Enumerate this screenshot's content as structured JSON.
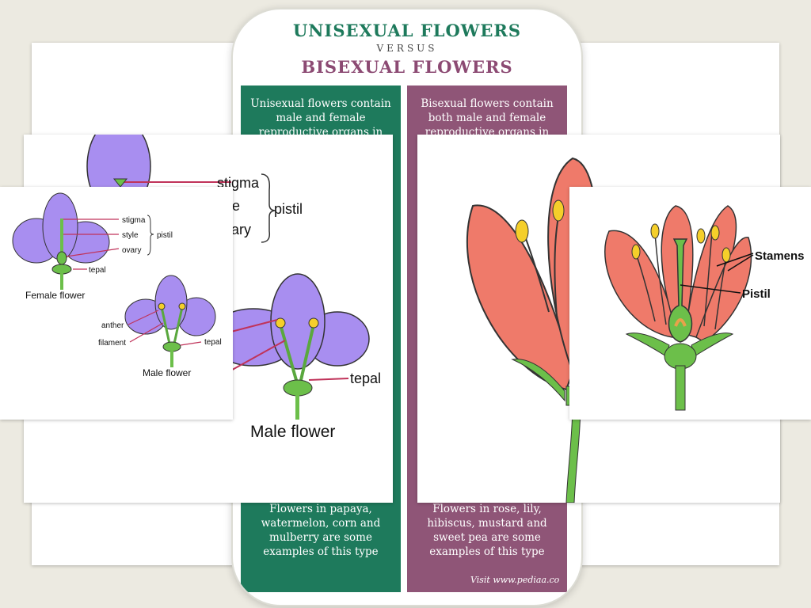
{
  "infographic": {
    "title_top": "UNISEXUAL FLOWERS",
    "versus": "VERSUS",
    "title_bottom": "BISEXUAL FLOWERS",
    "left_col": {
      "definition": "Unisexual flowers contain male and female reproductive organs in",
      "examples": "Flowers in papaya, watermelon, corn and mulberry are some examples of this type"
    },
    "right_col": {
      "definition": "Bisexual flowers contain both male and female reproductive organs in",
      "examples": "Flowers in rose, lily, hibiscus, mustard and sweet pea are some examples of this type"
    },
    "credit": "Visit www.pediaa.co",
    "colors": {
      "unisexual": "#1e7a5c",
      "bisexual": "#8f5577"
    }
  },
  "diagram_small_unisexual": {
    "labels": {
      "stigma": "stigma",
      "style": "style",
      "ovary": "ovary",
      "pistil": "pistil",
      "tepal_female": "tepal",
      "female_caption": "Female flower",
      "anther": "anther",
      "filament": "filament",
      "tepal_male": "tepal",
      "male_caption": "Male flower"
    }
  },
  "diagram_large_unisexual": {
    "labels": {
      "stigma": "stigma",
      "style_partial": "yle",
      "ovary_partial": "ary",
      "pistil": "pistil",
      "tepal": "tepal",
      "male_caption": "Male flower"
    }
  },
  "diagram_bisexual_small": {
    "labels": {
      "stamens": "Stamens",
      "pistil": "Pistil"
    }
  },
  "colors": {
    "petal_purple": "#a88ef0",
    "petal_red": "#ef7a6a",
    "stem_green": "#6cbf4a",
    "anther_yellow": "#f5cf2a"
  }
}
